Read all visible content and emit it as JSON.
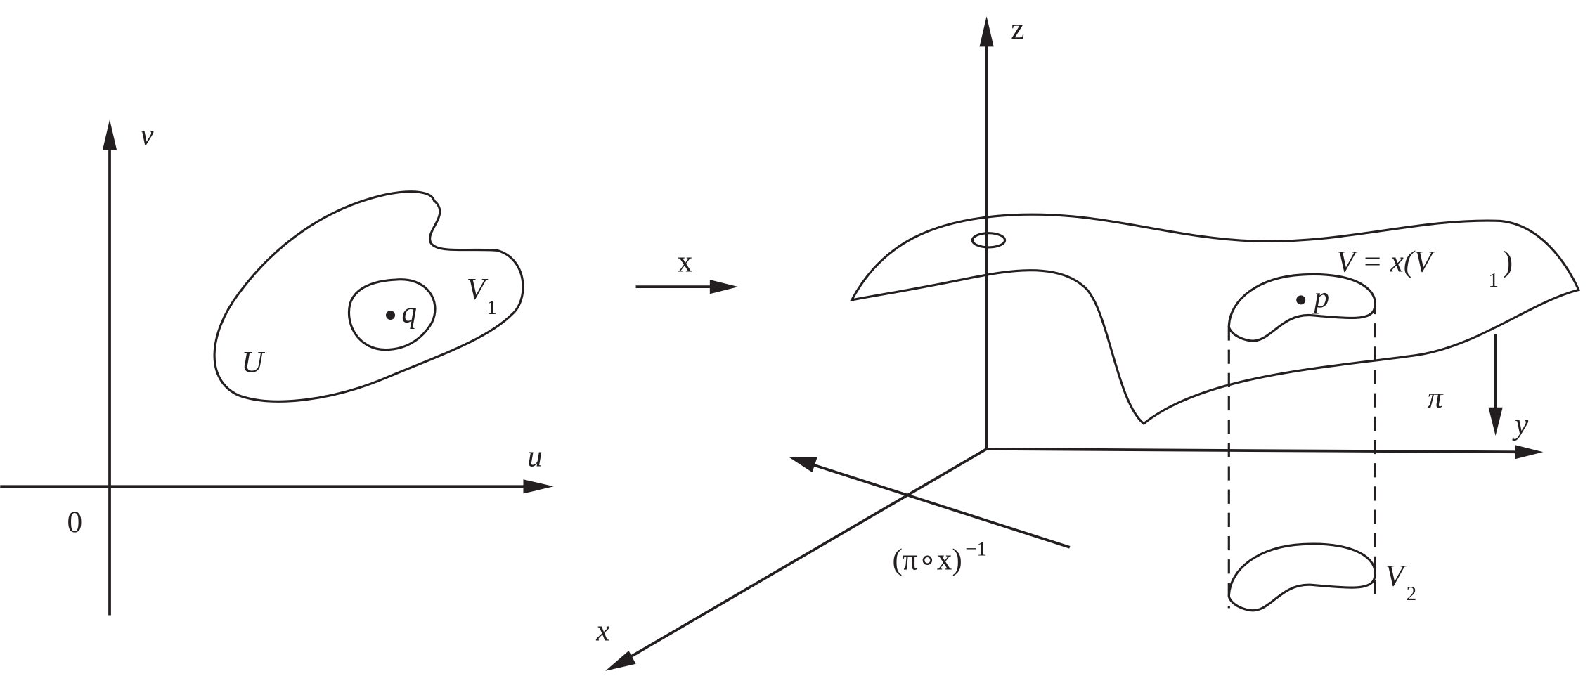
{
  "left_panel": {
    "axis_v": "v",
    "axis_u": "u",
    "origin": "0",
    "region_outer": "U",
    "region_inner": "V",
    "region_inner_sub": "1",
    "point": "q"
  },
  "map_arrow": {
    "label": "x"
  },
  "right_panel": {
    "axis_z": "z",
    "axis_y": "y",
    "axis_x": "x",
    "surface_label": "V = x(V",
    "surface_label_sub": "1",
    "surface_label_close": ")",
    "point": "p",
    "projection": "π",
    "inverse_map": "(π∘x)",
    "inverse_map_sup": "−1",
    "projected_region": "V",
    "projected_region_sub": "2"
  }
}
